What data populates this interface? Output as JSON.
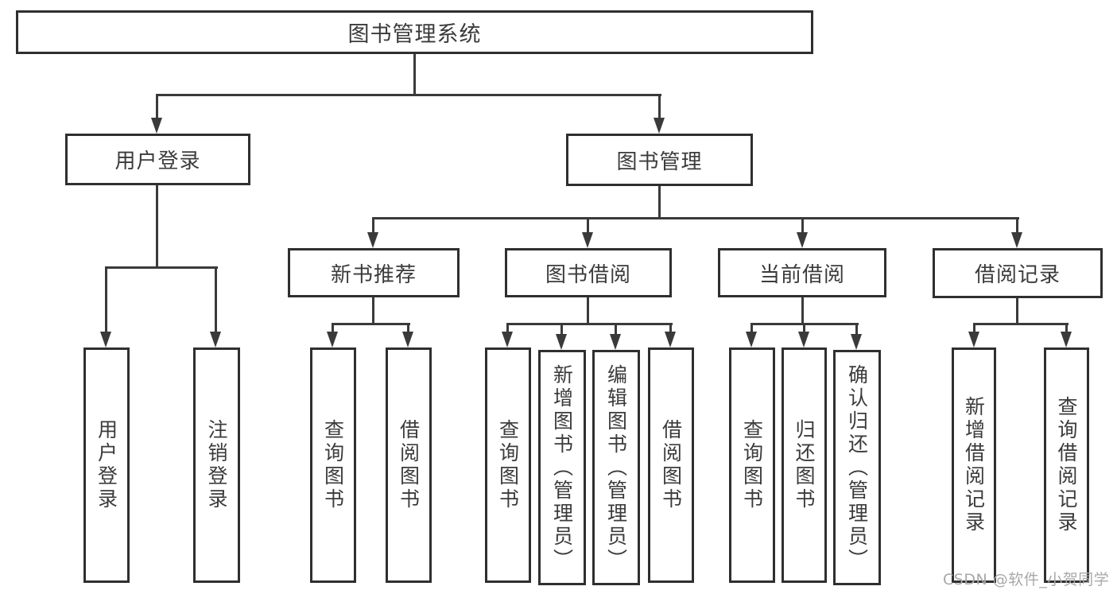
{
  "diagram": {
    "type": "hierarchy-tree",
    "colors": {
      "background": "#ffffff",
      "box_border": "#2f2f2f",
      "line": "#3a3a3a",
      "text": "#3b3b3b",
      "watermark_text_color": "#a8a8a8"
    },
    "nodes": {
      "root": "图书管理系统",
      "user_login": "用户登录",
      "book_mgmt": "图书管理",
      "new_book_rec": "新书推荐",
      "book_borrow": "图书借阅",
      "current_borrow": "当前借阅",
      "borrow_record": "借阅记录",
      "leaves": {
        "login": "用户登录",
        "logout": "注销登录",
        "rec_query": "查询图书",
        "rec_borrow": "借阅图书",
        "bor_query": "查询图书",
        "bor_add": "新增图书（管理员）",
        "bor_edit": "编辑图书（管理员）",
        "bor_borrow": "借阅图书",
        "cur_query": "查询图书",
        "cur_return": "归还图书",
        "cur_confirm": "确认归还（管理员）",
        "log_add": "新增借阅记录",
        "log_query": "查询借阅记录"
      }
    },
    "edges": [
      [
        "图书管理系统",
        "用户登录"
      ],
      [
        "图书管理系统",
        "图书管理"
      ],
      [
        "用户登录",
        "用户登录(叶)"
      ],
      [
        "用户登录",
        "注销登录"
      ],
      [
        "图书管理",
        "新书推荐"
      ],
      [
        "图书管理",
        "图书借阅"
      ],
      [
        "图书管理",
        "当前借阅"
      ],
      [
        "图书管理",
        "借阅记录"
      ],
      [
        "新书推荐",
        "查询图书"
      ],
      [
        "新书推荐",
        "借阅图书"
      ],
      [
        "图书借阅",
        "查询图书"
      ],
      [
        "图书借阅",
        "新增图书（管理员）"
      ],
      [
        "图书借阅",
        "编辑图书（管理员）"
      ],
      [
        "图书借阅",
        "借阅图书"
      ],
      [
        "当前借阅",
        "查询图书"
      ],
      [
        "当前借阅",
        "归还图书"
      ],
      [
        "当前借阅",
        "确认归还（管理员）"
      ],
      [
        "借阅记录",
        "新增借阅记录"
      ],
      [
        "借阅记录",
        "查询借阅记录"
      ]
    ],
    "watermark": "CSDN @软件_小贺同学"
  }
}
